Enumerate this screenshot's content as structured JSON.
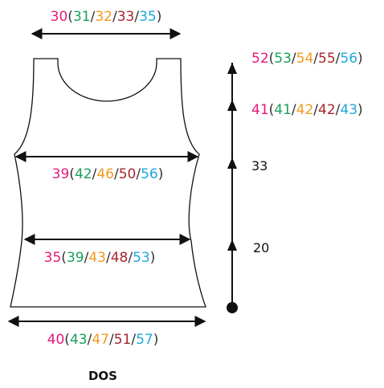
{
  "colors": {
    "s1": "#e6197a",
    "s2": "#1aa05a",
    "s3": "#f29a1f",
    "s4": "#a8262f",
    "s5": "#1ea8dc",
    "paren": "#333333",
    "line": "#111111"
  },
  "labels": {
    "shoulder": {
      "sizes": [
        "30",
        "31",
        "32",
        "33",
        "35"
      ]
    },
    "chest": {
      "sizes": [
        "39",
        "42",
        "46",
        "50",
        "56"
      ]
    },
    "waist": {
      "sizes": [
        "35",
        "39",
        "43",
        "48",
        "53"
      ]
    },
    "hem": {
      "sizes": [
        "40",
        "43",
        "47",
        "51",
        "57"
      ]
    },
    "total_height": {
      "sizes": [
        "52",
        "53",
        "54",
        "55",
        "56"
      ]
    },
    "armhole_height": {
      "sizes": [
        "41",
        "41",
        "42",
        "42",
        "43"
      ]
    }
  },
  "plain_labels": {
    "side_length": "33",
    "hem_to_waist": "20"
  },
  "title": "DOS"
}
